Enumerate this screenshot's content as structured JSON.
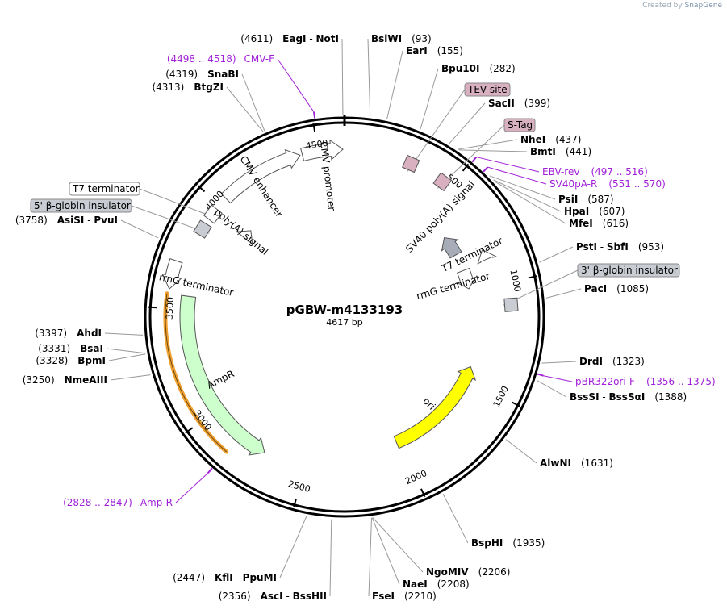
{
  "plasmid": {
    "name": "pGBW-m4133193",
    "length_label": "4617 bp",
    "length": 4617
  },
  "credit": {
    "prefix": "Created by",
    "brand": "SnapGene"
  },
  "ticks": [
    {
      "bp": 500,
      "label": "500"
    },
    {
      "bp": 1000,
      "label": "1000"
    },
    {
      "bp": 1500,
      "label": "1500"
    },
    {
      "bp": 2000,
      "label": "2000"
    },
    {
      "bp": 2500,
      "label": "2500"
    },
    {
      "bp": 3000,
      "label": "3000"
    },
    {
      "bp": 3500,
      "label": "3500"
    },
    {
      "bp": 4000,
      "label": "4000"
    },
    {
      "bp": 4500,
      "label": "4500"
    }
  ],
  "sites": [
    {
      "bp": 4611,
      "names": [
        "EagI",
        "NotI"
      ],
      "pos": "(4611)"
    },
    {
      "bp": 93,
      "names": [
        "BsiWI"
      ],
      "pos": "(93)"
    },
    {
      "bp": 155,
      "names": [
        "EarI"
      ],
      "pos": "(155)"
    },
    {
      "bp": 282,
      "names": [
        "Bpu10I"
      ],
      "pos": "(282)"
    },
    {
      "bp": 399,
      "names": [
        "SacII"
      ],
      "pos": "(399)"
    },
    {
      "bp": 437,
      "names": [
        "NheI"
      ],
      "pos": "(437)"
    },
    {
      "bp": 441,
      "names": [
        "BmtI"
      ],
      "pos": "(441)"
    },
    {
      "bp": 587,
      "names": [
        "PsiI"
      ],
      "pos": "(587)"
    },
    {
      "bp": 607,
      "names": [
        "HpaI"
      ],
      "pos": "(607)"
    },
    {
      "bp": 616,
      "names": [
        "MfeI"
      ],
      "pos": "(616)"
    },
    {
      "bp": 953,
      "names": [
        "PstI",
        "SbfI"
      ],
      "pos": "(953)"
    },
    {
      "bp": 1085,
      "names": [
        "PacI"
      ],
      "pos": "(1085)"
    },
    {
      "bp": 1323,
      "names": [
        "DrdI"
      ],
      "pos": "(1323)"
    },
    {
      "bp": 1388,
      "names": [
        "BssSI",
        "BssSαI"
      ],
      "pos": "(1388)"
    },
    {
      "bp": 1631,
      "names": [
        "AlwNI"
      ],
      "pos": "(1631)"
    },
    {
      "bp": 1935,
      "names": [
        "BspHI"
      ],
      "pos": "(1935)"
    },
    {
      "bp": 2206,
      "names": [
        "NgoMIV"
      ],
      "pos": "(2206)"
    },
    {
      "bp": 2208,
      "names": [
        "NaeI"
      ],
      "pos": "(2208)"
    },
    {
      "bp": 2210,
      "names": [
        "FseI"
      ],
      "pos": "(2210)"
    },
    {
      "bp": 2356,
      "names": [
        "AscI",
        "BssHII"
      ],
      "pos": "(2356)"
    },
    {
      "bp": 2447,
      "names": [
        "KflI",
        "PpuMI"
      ],
      "pos": "(2447)"
    },
    {
      "bp": 3250,
      "names": [
        "NmeAIII"
      ],
      "pos": "(3250)"
    },
    {
      "bp": 3328,
      "names": [
        "BpmI"
      ],
      "pos": "(3328)"
    },
    {
      "bp": 3331,
      "names": [
        "BsaI"
      ],
      "pos": "(3331)"
    },
    {
      "bp": 3397,
      "names": [
        "AhdI"
      ],
      "pos": "(3397)"
    },
    {
      "bp": 3758,
      "names": [
        "AsiSI",
        "PvuI"
      ],
      "pos": "(3758)"
    },
    {
      "bp": 4313,
      "names": [
        "BtgZI"
      ],
      "pos": "(4313)"
    },
    {
      "bp": 4319,
      "names": [
        "SnaBI"
      ],
      "pos": "(4319)"
    }
  ],
  "primers": [
    {
      "bp": 4508,
      "name": "CMV-F",
      "range": "(4498 .. 4518)"
    },
    {
      "bp": 506,
      "name": "EBV-rev",
      "range": "(497 .. 516)"
    },
    {
      "bp": 560,
      "name": "SV40pA-R",
      "range": "(551 .. 570)"
    },
    {
      "bp": 1365,
      "name": "pBR322ori-F",
      "range": "(1356 .. 1375)"
    },
    {
      "bp": 2837,
      "name": "Amp-R",
      "range": "(2828 .. 2847)"
    }
  ],
  "boxed_features": [
    {
      "bp": 300,
      "label": "TEV site",
      "fill": "#d8b0c0"
    },
    {
      "bp": 460,
      "label": "S-Tag",
      "fill": "#d8b0c0"
    },
    {
      "bp": 1100,
      "label": "3' β-globin insulator",
      "fill": "#c9ccd2"
    },
    {
      "bp": 3950,
      "label": "T7 terminator",
      "fill": "#ffffff"
    },
    {
      "bp": 3870,
      "label": "5' β-globin insulator",
      "fill": "#c9ccd2"
    }
  ],
  "arc_features": [
    {
      "name": "CMV enhancer",
      "start": 4040,
      "end": 4420,
      "dir": 1,
      "fill": "#ffffff"
    },
    {
      "name": "CMV promoter",
      "start": 4430,
      "end": 4610,
      "dir": 1,
      "fill": "#ffffff"
    },
    {
      "name": "SV40 poly(A) signal",
      "start": 660,
      "end": 780,
      "dir": -1,
      "fill": "#a6adb8"
    },
    {
      "name": "T7 terminator",
      "start": 820,
      "end": 870,
      "dir": -1,
      "fill": "#ffffff"
    },
    {
      "name": "rrnG terminator",
      "start": 880,
      "end": 990,
      "dir": 1,
      "fill": "#ffffff"
    },
    {
      "name": "ori",
      "start": 1430,
      "end": 2020,
      "dir": -1,
      "fill": "#ffff00"
    },
    {
      "name": "AmpR",
      "start": 2700,
      "end": 3560,
      "dir": -1,
      "fill": "#ccffcc"
    },
    {
      "name": "rrnG terminator",
      "start": 3580,
      "end": 3700,
      "dir": -1,
      "fill": "#ffffff"
    },
    {
      "name": "poly(A) signal",
      "start": 3955,
      "end": 4010,
      "dir": 1,
      "fill": "#ffffff"
    }
  ],
  "colors": {
    "primer": "#a020d8",
    "amp_primer_band": "#f0a030",
    "backbone": "#000000"
  },
  "legend_labels": {
    "cmv_enhancer": "CMV enhancer",
    "cmv_promoter": "CMV promoter",
    "polya": "poly(A) signal",
    "sv40": "SV40 poly(A) signal",
    "t7": "T7 terminator",
    "rrng1": "rrnG terminator",
    "rrng2": "rrnG terminator",
    "ori": "ori",
    "ampr": "AmpR"
  }
}
